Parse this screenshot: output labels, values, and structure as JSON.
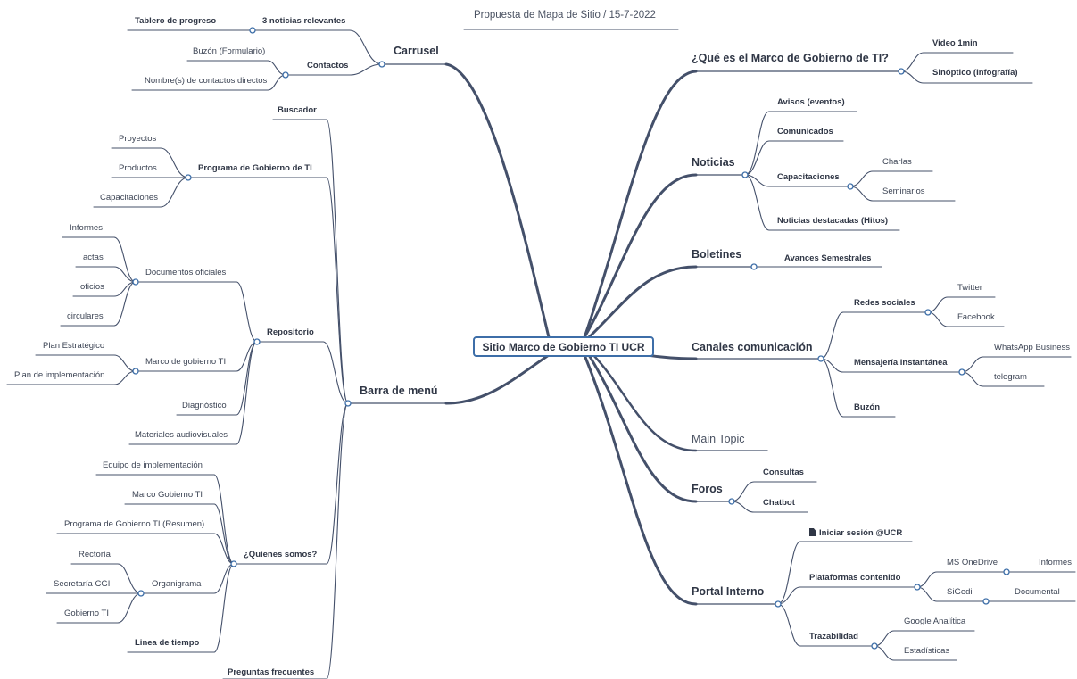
{
  "title": "Propuesta de Mapa de Sitio / 15-7-2022",
  "central": "Sitio Marco de Gobierno TI UCR",
  "left": {
    "carrusel": {
      "label": "Carrusel",
      "noticias": "3 noticias relevantes",
      "tablero": "Tablero de progreso",
      "contactos": "Contactos",
      "buzon_form": "Buzón (Formulario)",
      "nombres": "Nombre(s) de contactos directos"
    },
    "barra": {
      "label": "Barra de menú",
      "buscador": "Buscador",
      "programa": "Programa de Gobierno de TI",
      "proyectos": "Proyectos",
      "productos": "Productos",
      "capacitaciones": "Capacitaciones",
      "repositorio": "Repositorio",
      "documentos": "Documentos oficiales",
      "informes": "Informes",
      "actas": "actas",
      "oficios": "oficios",
      "circulares": "circulares",
      "marco": "Marco de gobierno TI",
      "plan_estrategico": "Plan Estratégico",
      "plan_impl": "Plan de implementación",
      "diagnostico": "Diagnóstico",
      "materiales": "Materiales audiovisuales",
      "quienes": "¿Quienes somos?",
      "equipo": "Equipo de implementación",
      "marco_gob": "Marco Gobierno TI",
      "programa_resumen": "Programa de Gobierno TI (Resumen)",
      "organigrama": "Organigrama",
      "rectoria": "Rectoría",
      "secretaria": "Secretaría CGI",
      "gobierno_ti": "Gobierno TI",
      "linea": "Linea de tiempo",
      "preguntas": "Preguntas frecuentes"
    }
  },
  "right": {
    "que_es": {
      "label": "¿Qué es el Marco de Gobierno de TI?",
      "video": "Video 1min",
      "sinoptico": "Sinóptico (Infografía)"
    },
    "noticias": {
      "label": "Noticias",
      "avisos": "Avisos (eventos)",
      "comunicados": "Comunicados",
      "capacitaciones": "Capacitaciones",
      "charlas": "Charlas",
      "seminarios": "Seminarios",
      "destacadas": "Noticias destacadas (Hitos)"
    },
    "boletines": {
      "label": "Boletines",
      "avances": "Avances Semestrales"
    },
    "canales": {
      "label": "Canales comunicación",
      "redes": "Redes sociales",
      "twitter": "Twitter",
      "facebook": "Facebook",
      "mensajeria": "Mensajería instantánea",
      "whatsapp": "WhatsApp Business",
      "telegram": "telegram",
      "buzon": "Buzón"
    },
    "main_topic": "Main Topic",
    "foros": {
      "label": "Foros",
      "consultas": "Consultas",
      "chatbot": "Chatbot"
    },
    "portal": {
      "label": "Portal Interno",
      "iniciar": "Iniciar sesión @UCR",
      "plataformas": "Plataformas contenido",
      "onedrive": "MS OneDrive",
      "informes": "Informes",
      "sigedi": "SiGedi",
      "documental": "Documental",
      "trazabilidad": "Trazabilidad",
      "google": "Google Analítica",
      "estadisticas": "Estadísticas"
    }
  },
  "colors": {
    "line": "#44506a",
    "node_stroke": "#3d6ea8",
    "central_border": "#3d6ea8"
  }
}
